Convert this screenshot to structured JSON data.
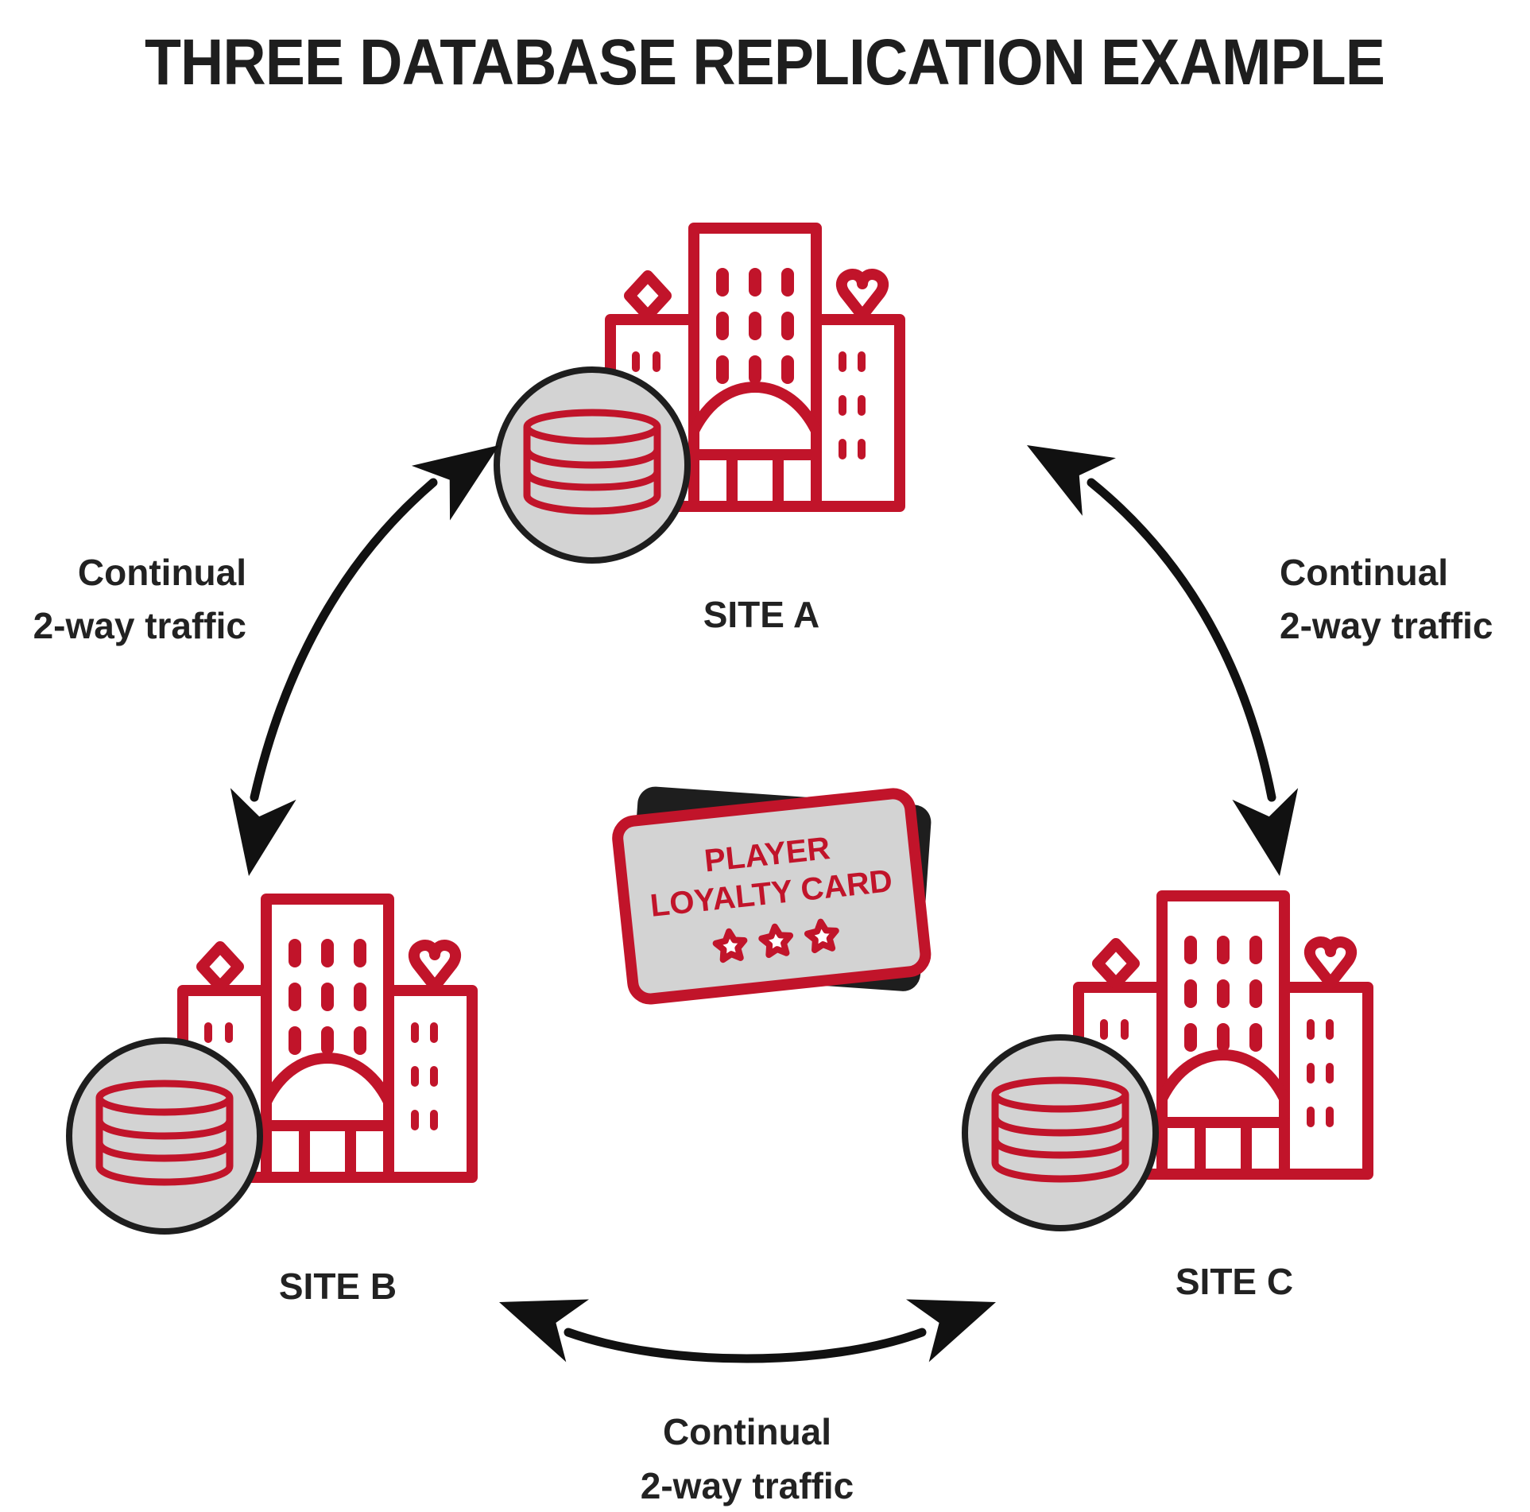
{
  "title": "THREE DATABASE REPLICATION EXAMPLE",
  "colors": {
    "accent": "#c1142a",
    "disk_fill": "#d3d3d3",
    "ink": "#1e1e1e",
    "background": "#ffffff"
  },
  "sites": [
    {
      "id": "a",
      "label": "SITE A"
    },
    {
      "id": "b",
      "label": "SITE B"
    },
    {
      "id": "c",
      "label": "SITE C"
    }
  ],
  "links": [
    {
      "id": "a-b",
      "line1": "Continual",
      "line2": "2-way traffic"
    },
    {
      "id": "a-c",
      "line1": "Continual",
      "line2": "2-way traffic"
    },
    {
      "id": "b-c",
      "line1": "Continual",
      "line2": "2-way traffic"
    }
  ],
  "card": {
    "line1": "PLAYER",
    "line2": "LOYALTY CARD",
    "stars": 3
  },
  "icons": [
    "casino-building-icon",
    "database-icon",
    "diamond-icon",
    "heart-icon",
    "loyalty-card-icon",
    "star-icon",
    "double-arrow-icon"
  ]
}
